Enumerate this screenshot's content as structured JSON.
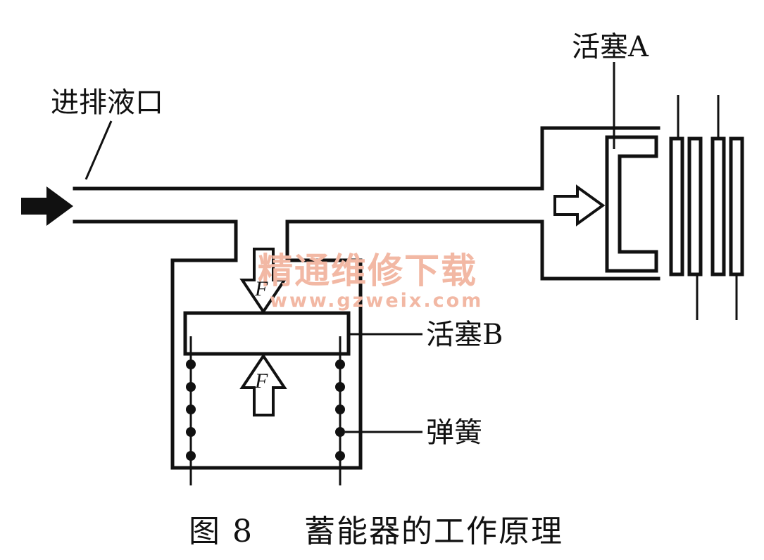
{
  "labels": {
    "port": "进排液口",
    "piston_a": "活塞A",
    "piston_b": "活塞B",
    "spring": "弹簧",
    "force_top": "F",
    "force_bottom": "F"
  },
  "caption": {
    "number": "图 8",
    "title": "蓄能器的工作原理"
  },
  "watermark": {
    "text": "精通维修下载",
    "url": "www.gzweix.com",
    "color": "#f2b8a4"
  },
  "colors": {
    "stroke": "#111111",
    "background": "#ffffff"
  }
}
